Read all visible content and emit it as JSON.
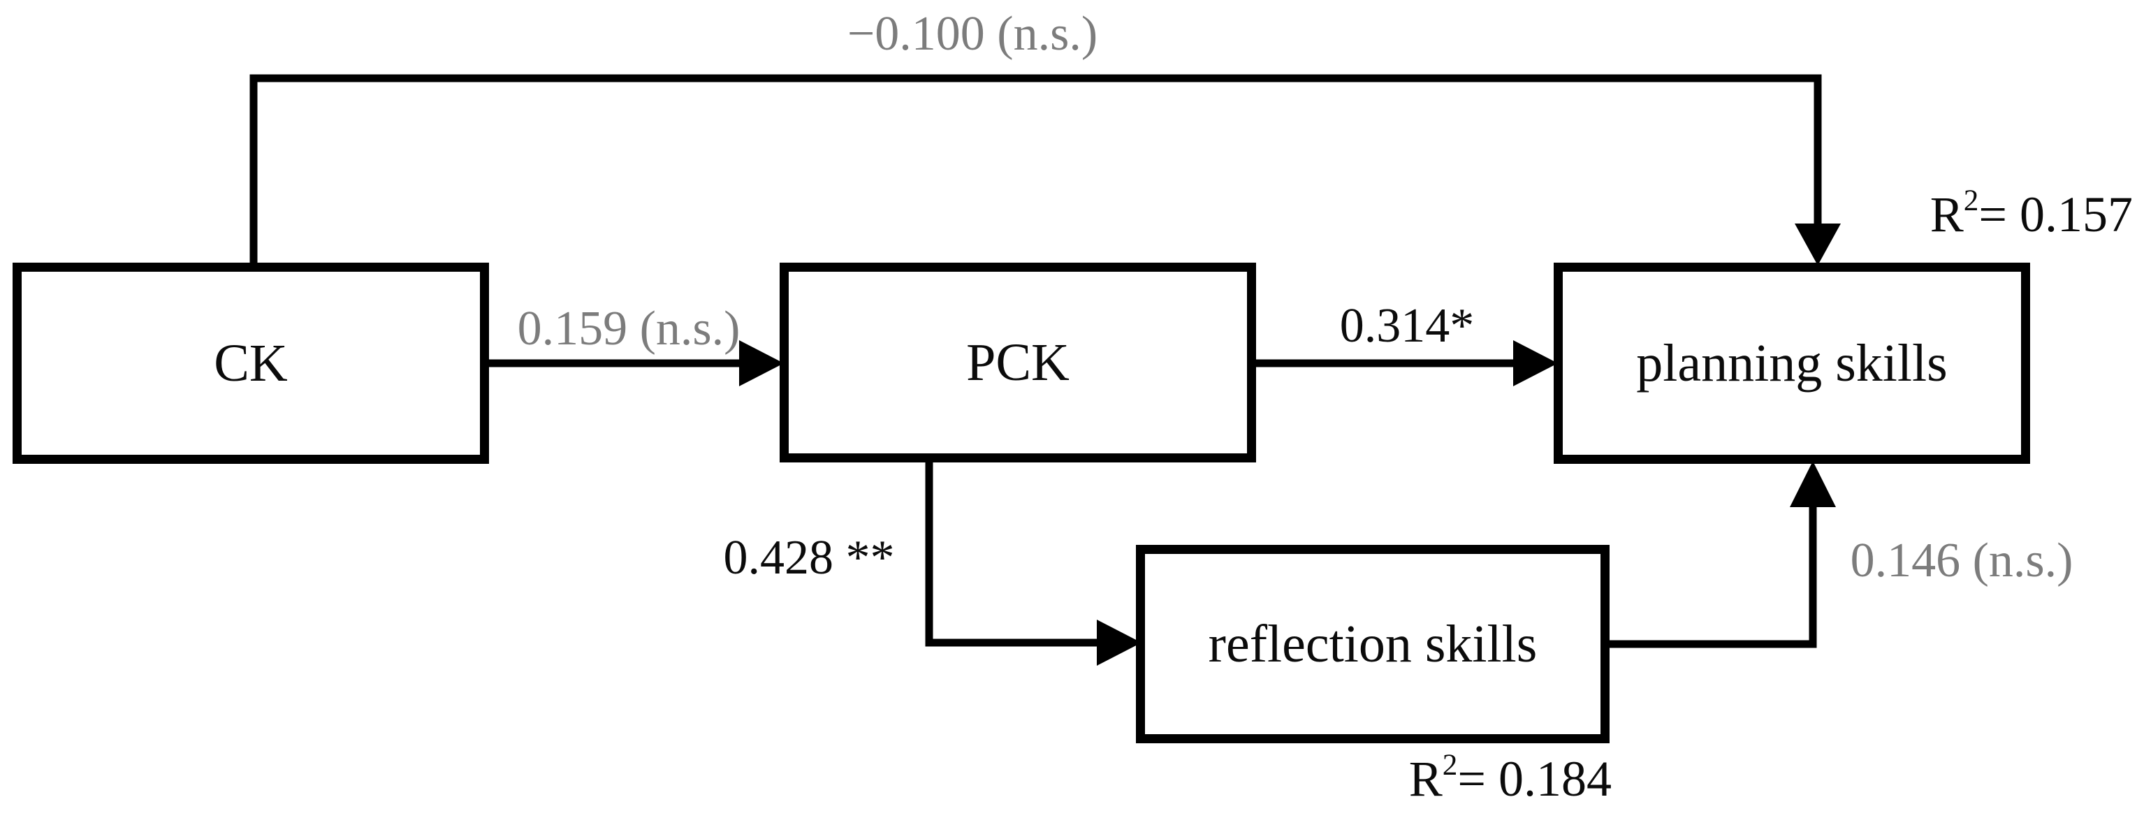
{
  "colors": {
    "significant": "#0b0b0b",
    "not_significant": "#7c7c7c",
    "line": "#000000"
  },
  "nodes": {
    "ck": {
      "label": "CK"
    },
    "pck": {
      "label": "PCK"
    },
    "planning": {
      "label": "planning skills"
    },
    "reflection": {
      "label": "reflection skills"
    }
  },
  "edges": [
    {
      "from": "CK",
      "to": "PCK",
      "label": "0.159 (n.s.)",
      "significant": false,
      "color": "#7c7c7c"
    },
    {
      "from": "PCK",
      "to": "planning skills",
      "label": "0.314*",
      "significant": true,
      "color": "#0b0b0b"
    },
    {
      "from": "CK",
      "to": "planning skills",
      "label": "−0.100 (n.s.)",
      "significant": false,
      "color": "#7c7c7c"
    },
    {
      "from": "PCK",
      "to": "reflection skills",
      "label": "0.428 **",
      "significant": true,
      "color": "#0b0b0b"
    },
    {
      "from": "reflection skills",
      "to": "planning skills",
      "label": "0.146 (n.s.)",
      "significant": false,
      "color": "#7c7c7c"
    }
  ],
  "annotations": {
    "r2_planning": {
      "base": "R",
      "sup": "2",
      "rest": "= 0.157"
    },
    "r2_reflection": {
      "base": "R",
      "sup": "2",
      "rest": "= 0.184"
    }
  }
}
